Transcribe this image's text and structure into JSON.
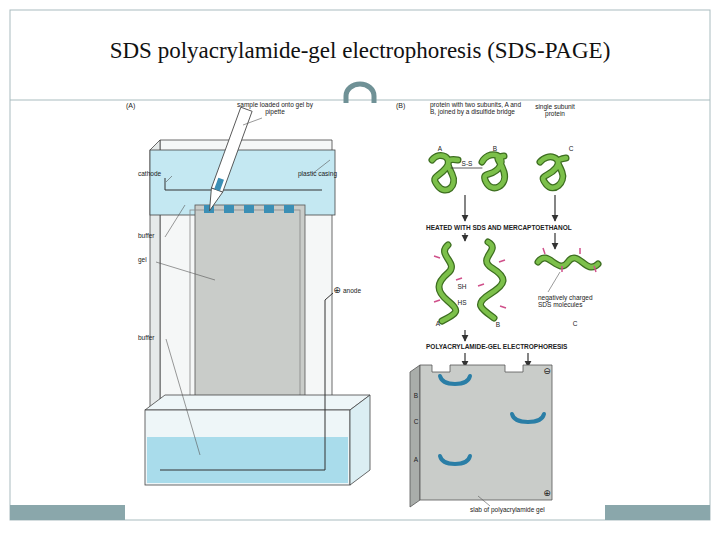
{
  "diagram": {
    "title": "SDS polyacrylamide-gel electrophoresis (SDS-PAGE)",
    "labels": [
      "(A)",
      "sample loaded onto gel by pipette",
      "plastic casing",
      "cathode",
      "buffer",
      "gel",
      "anode",
      "buffer",
      "⊕",
      "(B)",
      "protein with two subunits, A and B, joined by a disulfide bridge",
      "single subunit protein",
      "A",
      "B",
      "C",
      "S-S",
      "HEATED WITH SDS AND MERCAPTOETHANOL",
      "SH",
      "HS",
      "negatively charged SDS molecules",
      "A",
      "B",
      "C",
      "POLYACRYLAMIDE-GEL ELECTROPHORESIS",
      "B",
      "C",
      "A",
      "⊖",
      "⊕",
      "slab of polyacrylamide gel"
    ]
  }
}
